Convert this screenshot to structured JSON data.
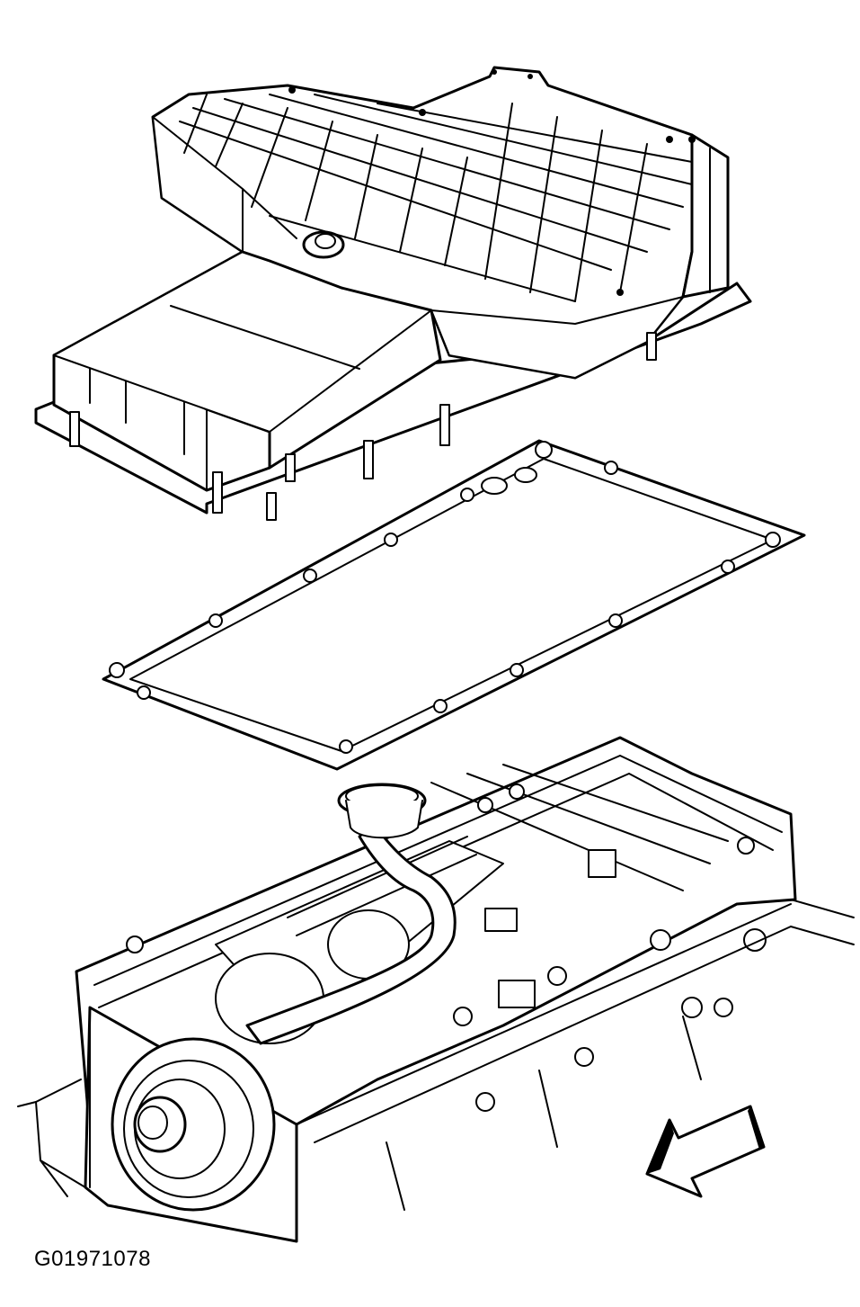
{
  "figure_code": "G01971078",
  "parts": [
    {
      "id": "oil-pan",
      "icon": "oil-pan-icon"
    },
    {
      "id": "oil-pan-gasket",
      "icon": "gasket-icon"
    },
    {
      "id": "engine-block",
      "icon": "engine-block-icon"
    }
  ],
  "direction_indicator": {
    "icon": "front-arrow-icon"
  },
  "colors": {
    "ink": "#000000",
    "background": "#ffffff"
  }
}
